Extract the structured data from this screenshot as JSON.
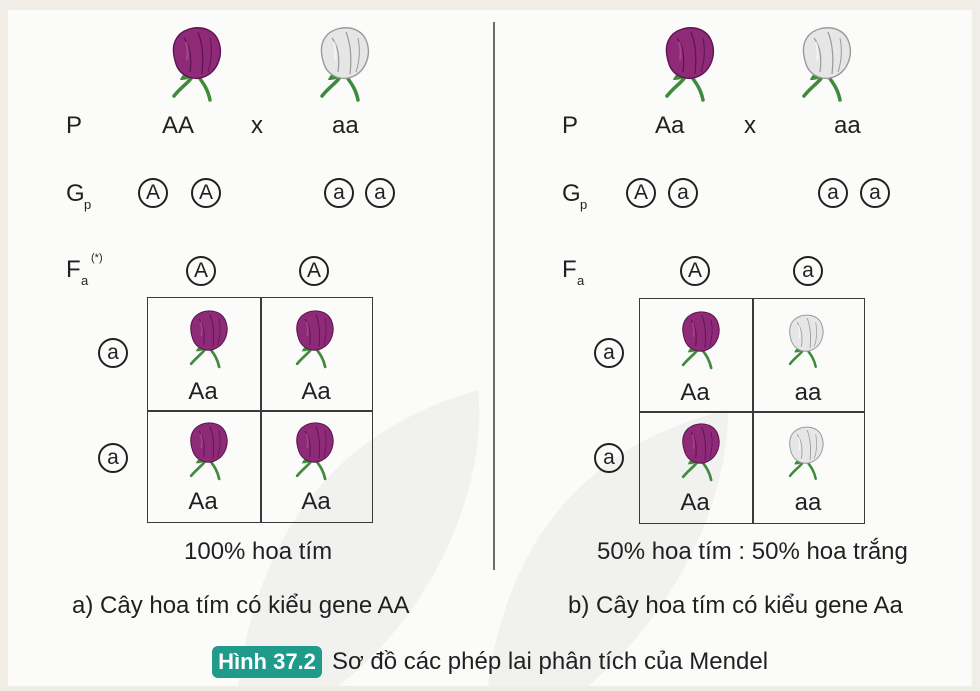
{
  "colors": {
    "background": "#fbfbf9",
    "purple_flower": "#8e2a78",
    "white_flower": "#e6e6e6",
    "stem": "#3f8a3c",
    "caption_badge": "#1f9a8b"
  },
  "left": {
    "p_label": "P",
    "parent1": "AA",
    "cross": "x",
    "parent2": "aa",
    "g_label": "G",
    "g_sub": "p",
    "gametes_p1": [
      "A",
      "A"
    ],
    "gametes_p2": [
      "a",
      "a"
    ],
    "f_label": "F",
    "f_sub": "a",
    "f_sup": "(*)",
    "col_gametes": [
      "A",
      "A"
    ],
    "row_gametes": [
      "a",
      "a"
    ],
    "cells": [
      "Aa",
      "Aa",
      "Aa",
      "Aa"
    ],
    "cell_colors": [
      "purple",
      "purple",
      "purple",
      "purple"
    ],
    "ratio": "100% hoa tím",
    "caption": "a) Cây hoa tím có kiểu gene AA"
  },
  "right": {
    "p_label": "P",
    "parent1": "Aa",
    "cross": "x",
    "parent2": "aa",
    "g_label": "G",
    "g_sub": "p",
    "gametes_p1": [
      "A",
      "a"
    ],
    "gametes_p2": [
      "a",
      "a"
    ],
    "f_label": "F",
    "f_sub": "a",
    "col_gametes": [
      "A",
      "a"
    ],
    "row_gametes": [
      "a",
      "a"
    ],
    "cells": [
      "Aa",
      "aa",
      "Aa",
      "aa"
    ],
    "cell_colors": [
      "purple",
      "white",
      "purple",
      "white"
    ],
    "ratio": "50% hoa tím : 50% hoa trắng",
    "caption": "b) Cây hoa tím có kiểu gene Aa"
  },
  "figure": {
    "badge": "Hình 37.2",
    "title": "Sơ đồ các phép lai phân tích của Mendel"
  }
}
